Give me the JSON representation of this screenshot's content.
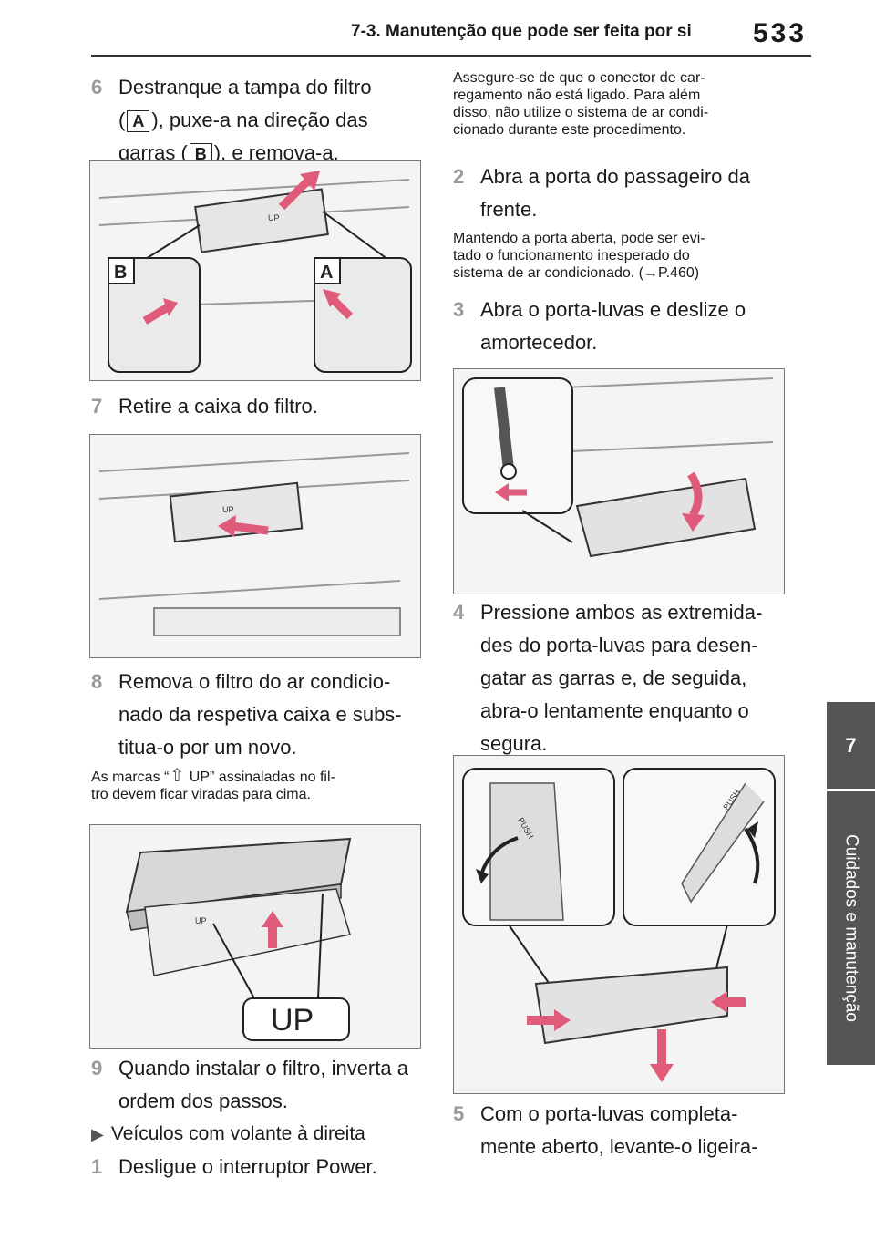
{
  "header": {
    "title": "7-3. Manutenção que pode ser feita por si",
    "page_number": "533"
  },
  "side_tab": {
    "chapter": "7",
    "label": "Cuidados e manutenção"
  },
  "left": {
    "step6": {
      "num": "6",
      "line1": "Destranque a tampa do filtro",
      "line2_pre": "(",
      "line2_box": "A",
      "line2_post": "), puxe-a na direção das",
      "line3_pre": "garras (",
      "line3_box": "B",
      "line3_post": "), e remova-a."
    },
    "fig1_labels": {
      "b": "B",
      "a": "A",
      "up": "UP"
    },
    "step7": {
      "num": "7",
      "text": "Retire a caixa do filtro."
    },
    "fig2_labels": {
      "up": "UP"
    },
    "step8": {
      "num": "8",
      "line1": "Remova o filtro do ar condicio-",
      "line2": "nado da respetiva caixa e subs-",
      "line3": "titua-o por um novo."
    },
    "note_marks": {
      "pre": "As marcas “",
      "icon": "⇧",
      "post": " UP” assinaladas no fil-",
      "line2": "tro devem ficar viradas para cima."
    },
    "fig3_labels": {
      "up": "UP",
      "small_up": "UP"
    },
    "step9": {
      "num": "9",
      "line1": "Quando instalar o filtro, inverta a",
      "line2": "ordem dos passos."
    },
    "rhd": {
      "bullet": "▶",
      "text": "Veículos com volante à direita"
    },
    "step1": {
      "num": "1",
      "text": "Desligue o interruptor Power."
    }
  },
  "right": {
    "note_top": {
      "line1": "Assegure-se de que o conector de car-",
      "line2": "regamento não está ligado. Para além",
      "line3": "disso, não utilize o sistema de ar condi-",
      "line4": "cionado durante este procedimento."
    },
    "step2": {
      "num": "2",
      "line1": "Abra a porta do passageiro da",
      "line2": "frente."
    },
    "note_door": {
      "line1": "Mantendo a porta aberta, pode ser evi-",
      "line2": "tado o funcionamento inesperado do",
      "line3": "sistema de ar condicionado. (→P.460)"
    },
    "step3": {
      "num": "3",
      "line1": "Abra o porta-luvas e deslize o",
      "line2": "amortecedor."
    },
    "step4": {
      "num": "4",
      "line1": "Pressione ambos as extremida-",
      "line2": "des do porta-luvas para desen-",
      "line3": "gatar as garras e, de seguida,",
      "line4": "abra-o lentamente enquanto o",
      "line5": "segura."
    },
    "fig5_labels": {
      "push_left": "PUSH",
      "push_right": "PUSH"
    },
    "step5": {
      "num": "5",
      "line1": "Com o porta-luvas completa-",
      "line2": "mente aberto, levante-o ligeira-"
    }
  },
  "colors": {
    "arrow": "#e05a7a",
    "tab": "#555555",
    "step_num": "#9a9a9a"
  }
}
